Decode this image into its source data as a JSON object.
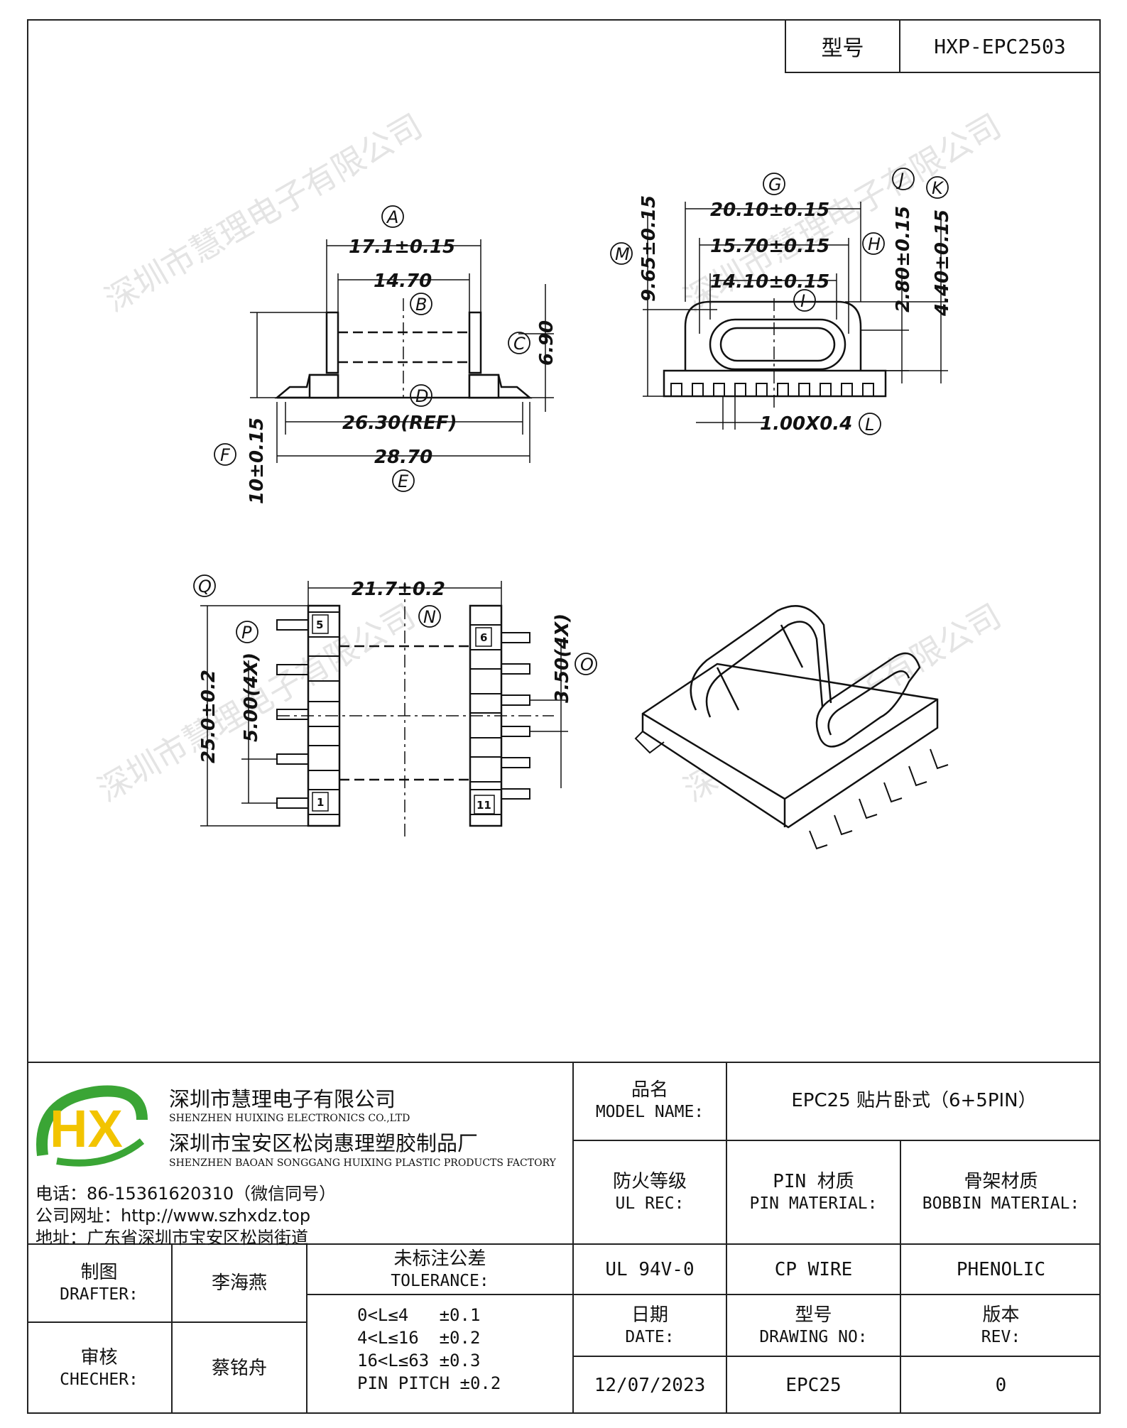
{
  "model_box": {
    "label": "型号",
    "value": "HXP-EPC2503"
  },
  "dimensions": {
    "a": "17.1±0.15",
    "b": "14.70",
    "c": "6.90",
    "d": "26.30(REF)",
    "e": "28.70",
    "f": "10±0.15",
    "g": "20.10±0.15",
    "h": "15.70±0.15",
    "i": "14.10±0.15",
    "j": "2.80±0.15",
    "k": "4.40±0.15",
    "l": "1.00X0.4",
    "m": "9.65±0.15",
    "n": "21.7±0.2",
    "o": "3.50(4X)",
    "p": "5.00(4X)",
    "q": "25.0±0.2"
  },
  "markers": {
    "a": "A",
    "b": "B",
    "c": "C",
    "d": "D",
    "e": "E",
    "f": "F",
    "g": "G",
    "h": "H",
    "i": "I",
    "j": "J",
    "k": "K",
    "l": "L",
    "m": "M",
    "n": "N",
    "o": "O",
    "p": "P",
    "q": "Q"
  },
  "pin_numbers": {
    "p5": "5",
    "p1": "1",
    "p6": "6",
    "p11": "11"
  },
  "watermark": "深圳市慧理电子有限公司",
  "logo": {
    "letters": "HX",
    "green": "#3aa535",
    "yellow": "#f2c400"
  },
  "company": {
    "name_cn": "深圳市慧理电子有限公司",
    "name_en": "SHENZHEN HUIXING ELECTRONICS CO.,LTD",
    "factory_cn": "深圳市宝安区松岗惠理塑胶制品厂",
    "factory_en": "SHENZHEN BAOAN SONGGANG HUIXING PLASTIC PRODUCTS FACTORY",
    "phone": "电话：86-15361620310（微信同号）",
    "website": "公司网址：http://www.szhxdz.top",
    "address": "地址：广东省深圳市宝安区松岗街道"
  },
  "title_block": {
    "model_name_cn": "品名",
    "model_name_en": "MODEL NAME:",
    "model_name_value": "EPC25 贴片卧式（6+5PIN）",
    "ul_cn": "防火等级",
    "ul_en": "UL REC:",
    "pin_mat_cn": "PIN 材质",
    "pin_mat_en": "PIN MATERIAL:",
    "bobbin_cn": "骨架材质",
    "bobbin_en": "BOBBIN MATERIAL:",
    "ul_value": "UL 94V-0",
    "pin_value": "CP WIRE",
    "bobbin_value": "PHENOLIC",
    "drafter_cn": "制图",
    "drafter_en": "DRAFTER:",
    "drafter_name": "李海燕",
    "checker_cn": "审核",
    "checker_en": "CHECHER:",
    "checker_name": "蔡铭舟",
    "tolerance_cn": "未标注公差",
    "tolerance_en": "TOLERANCE:",
    "tolerance_lines": [
      "0<L≤4   ±0.1",
      "4<L≤16  ±0.2",
      "16<L≤63 ±0.3",
      "PIN PITCH ±0.2"
    ],
    "date_cn": "日期",
    "date_en": "DATE:",
    "date_value": "12/07/2023",
    "drawing_cn": "型号",
    "drawing_en": "DRAWING NO:",
    "drawing_value": "EPC25",
    "rev_cn": "版本",
    "rev_en": "REV:",
    "rev_value": "0"
  }
}
